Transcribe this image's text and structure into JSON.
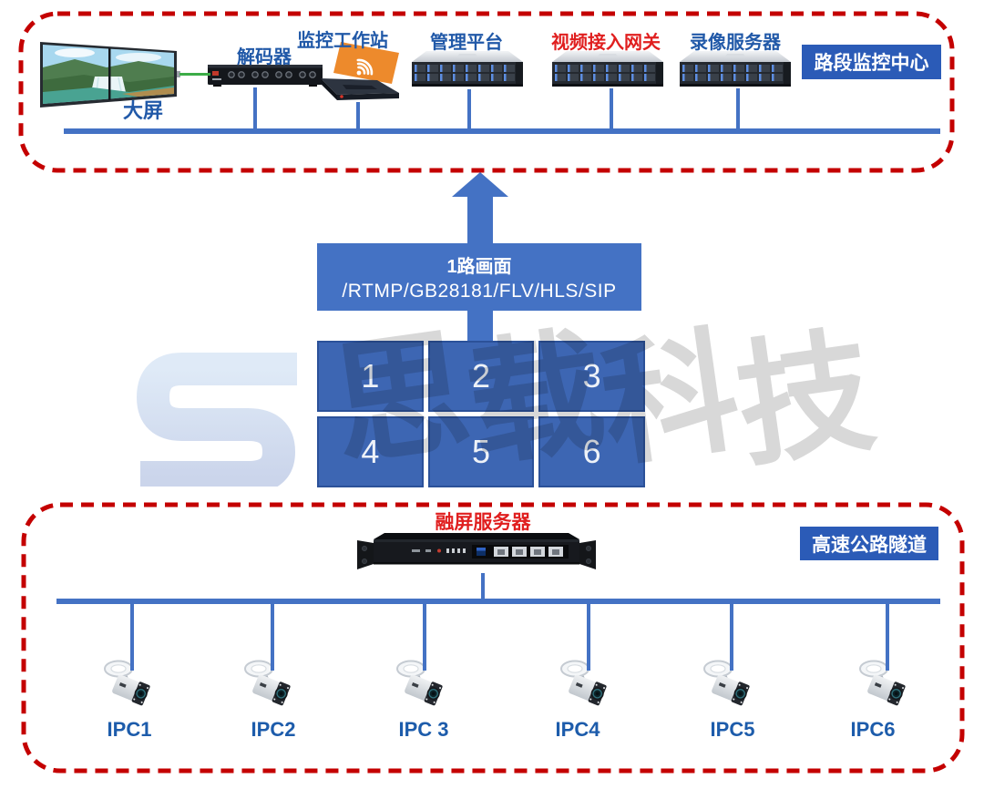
{
  "watermark": {
    "logo_letter": "S",
    "text": "思载科技"
  },
  "top_zone": {
    "badge": "路段监控中心",
    "video_wall_label": "大屏",
    "decoder_label": "解码器",
    "workstation_label": "监控工作站",
    "mgmt_server_label": "管理平台",
    "gateway_server_label": "视频接入网关",
    "recording_server_label": "录像服务器"
  },
  "flow_box": {
    "line1": "1路画面",
    "line2": "/RTMP/GB28181/FLV/HLS/SIP"
  },
  "video_grid": {
    "cells": [
      "1",
      "2",
      "3",
      "4",
      "5",
      "6"
    ]
  },
  "bottom_zone": {
    "badge": "高速公路隧道",
    "fusion_server_label": "融屏服务器",
    "camera_labels": [
      "IPC1",
      "IPC2",
      "IPC 3",
      "IPC4",
      "IPC5",
      "IPC6"
    ]
  },
  "colors": {
    "accent_blue": "#4472C4",
    "badge_blue": "#2B5BB7",
    "label_blue": "#2159A8",
    "alert_red": "#E01F1F",
    "border_red": "#C40000",
    "watermark_gray": "#D8D8D8"
  }
}
